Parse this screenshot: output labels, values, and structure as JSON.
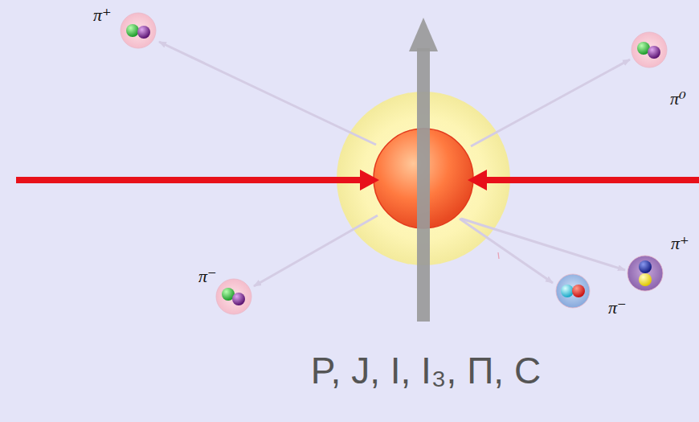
{
  "diagram": {
    "nodes": [
      {
        "text": [
          "π⁺"
        ]
      },
      {
        "text": [
          "π⁰"
        ]
      },
      {
        "text": [
          "π⁻"
        ]
      },
      {
        "text": [
          "π⁻"
        ]
      },
      {
        "text": [
          "π⁺"
        ]
      }
    ],
    "labels": [
      "P, J, I, I₃, Π, C"
    ]
  }
}
